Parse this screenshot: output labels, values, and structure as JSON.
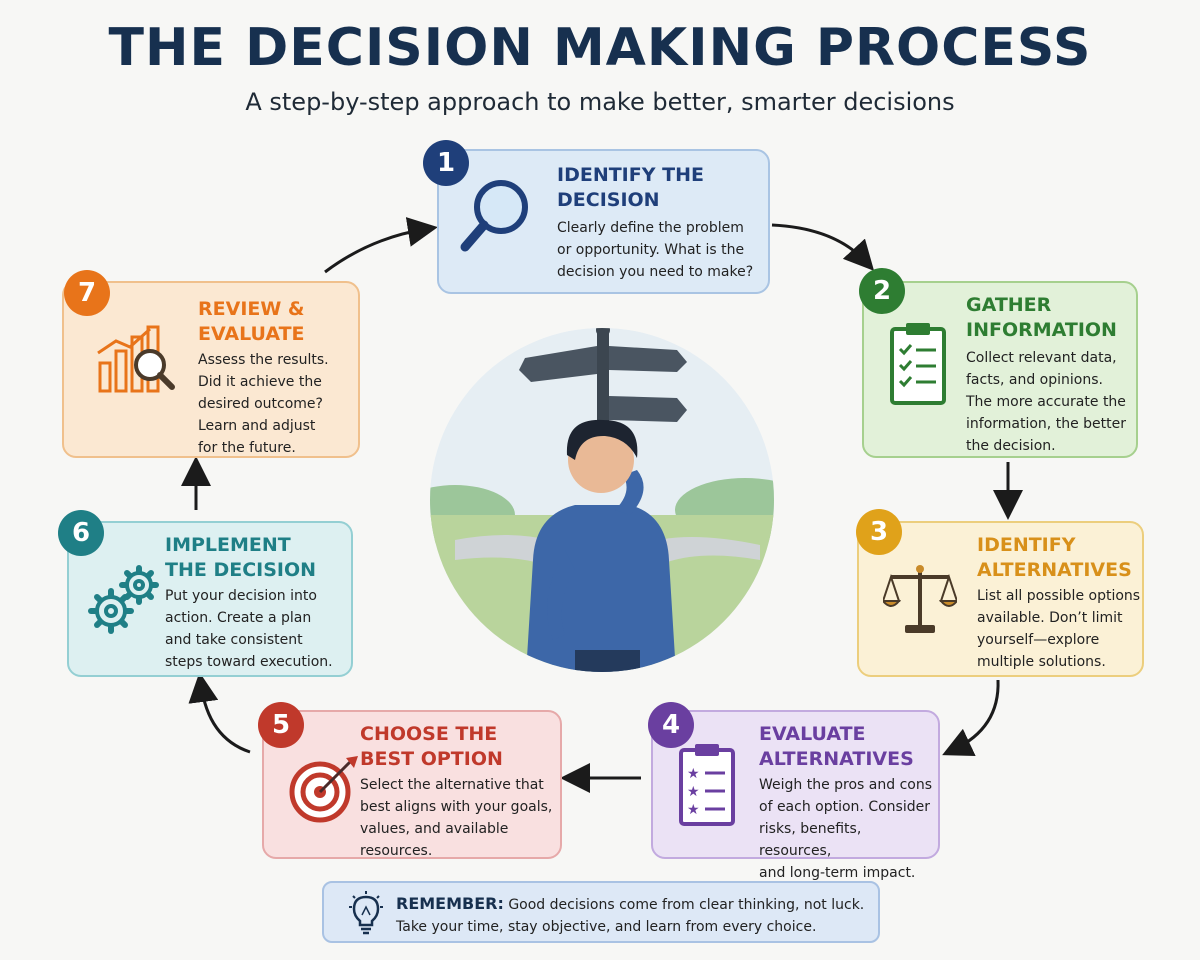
{
  "header": {
    "title": "THE DECISION MAKING PROCESS",
    "subtitle": "A step-by-step approach to make better, smarter decisions"
  },
  "steps": [
    {
      "number": "1",
      "title_line1": "IDENTIFY THE",
      "title_line2": "DECISION",
      "desc": [
        "Clearly define the problem",
        "or opportunity. What is the",
        "decision you need to make?"
      ],
      "color": "#1f3f7a",
      "icon": "magnifier-icon"
    },
    {
      "number": "2",
      "title_line1": "GATHER",
      "title_line2": "INFORMATION",
      "desc": [
        "Collect relevant data,",
        "facts, and opinions.",
        "The more accurate the",
        "information, the better",
        "the decision."
      ],
      "color": "#2e7d32",
      "icon": "clipboard-checklist-icon"
    },
    {
      "number": "3",
      "title_line1": "IDENTIFY",
      "title_line2": "ALTERNATIVES",
      "desc": [
        "List all possible options",
        "available. Don’t limit",
        "yourself—explore",
        "multiple solutions."
      ],
      "color": "#e0a21a",
      "icon": "balance-scale-icon"
    },
    {
      "number": "4",
      "title_line1": "EVALUATE",
      "title_line2": "ALTERNATIVES",
      "desc": [
        "Weigh the pros and cons",
        "of each option. Consider",
        "risks, benefits, resources,",
        "and long-term impact."
      ],
      "color": "#6a3fa0",
      "icon": "star-clipboard-icon"
    },
    {
      "number": "5",
      "title_line1": "CHOOSE THE",
      "title_line2": "BEST OPTION",
      "desc": [
        "Select the alternative that",
        "best aligns with your goals,",
        "values, and available resources."
      ],
      "color": "#c0392b",
      "icon": "target-icon"
    },
    {
      "number": "6",
      "title_line1": "IMPLEMENT",
      "title_line2": "THE DECISION",
      "desc": [
        "Put your decision into",
        "action. Create a plan",
        "and take consistent",
        "steps toward execution."
      ],
      "color": "#1f7f86",
      "icon": "gears-icon"
    },
    {
      "number": "7",
      "title_line1": "REVIEW &",
      "title_line2": "EVALUATE",
      "desc": [
        "Assess the results.",
        "Did it achieve the",
        "desired outcome?",
        "Learn and adjust",
        "for the future."
      ],
      "color": "#e8741a",
      "icon": "chart-magnifier-icon"
    }
  ],
  "remember": {
    "label": "REMEMBER:",
    "line1": "Good decisions come from clear thinking, not luck.",
    "line2": "Take your time, stay objective, and learn from every choice.",
    "icon": "lightbulb-icon"
  },
  "center_illustration": {
    "icon": "person-at-crossroads-icon"
  }
}
